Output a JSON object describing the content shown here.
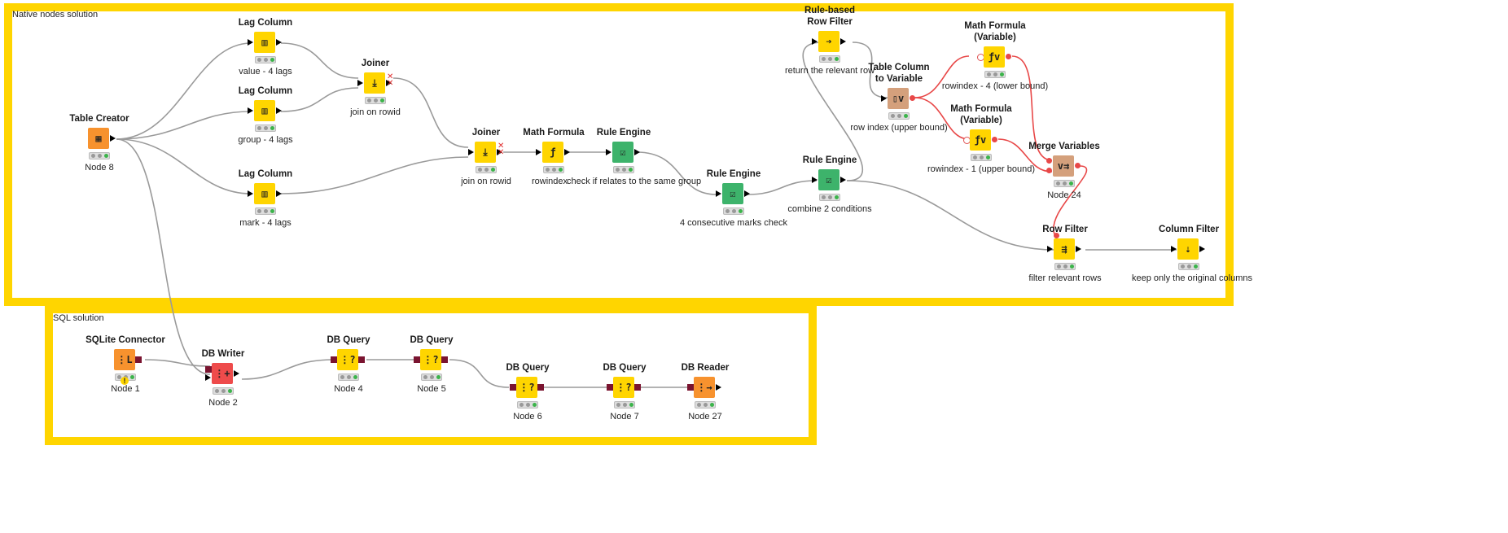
{
  "annotations": {
    "native_label": "Native nodes solution",
    "sql_label": "SQL solution"
  },
  "colors": {
    "annotation_border": "#FFD500",
    "data_wire": "#9a9a9a",
    "variable_wire": "#e84848",
    "db_port": "#7a1430",
    "status_green": "#3cb44b"
  },
  "nodes": {
    "table_creator": {
      "title": "Table Creator",
      "label": "Node 8",
      "icon": "table-icon"
    },
    "lag1": {
      "title": "Lag Column",
      "label": "value - 4 lags",
      "icon": "lag-column-icon"
    },
    "lag2": {
      "title": "Lag Column",
      "label": "group - 4 lags",
      "icon": "lag-column-icon"
    },
    "lag3": {
      "title": "Lag Column",
      "label": "mark - 4 lags",
      "icon": "lag-column-icon"
    },
    "joiner1": {
      "title": "Joiner",
      "label": "join on rowid",
      "icon": "joiner-icon"
    },
    "joiner2": {
      "title": "Joiner",
      "label": "join on rowid",
      "icon": "joiner-icon"
    },
    "math_formula": {
      "title": "Math Formula",
      "label": "rowindex",
      "icon": "math-formula-icon"
    },
    "rule_engine1": {
      "title": "Rule Engine",
      "label": "check if relates to the same group",
      "icon": "rule-engine-icon"
    },
    "rule_engine2": {
      "title": "Rule Engine",
      "label": "4 consecutive marks check",
      "icon": "rule-engine-icon"
    },
    "rule_engine3": {
      "title": "Rule Engine",
      "label": "combine 2 conditions",
      "icon": "rule-engine-icon"
    },
    "rule_row_filter": {
      "title1": "Rule-based",
      "title2": "Row Filter",
      "label": "return the relevant row",
      "icon": "rule-row-filter-icon"
    },
    "table_col_var": {
      "title1": "Table Column",
      "title2": "to Variable",
      "label": "row index (upper bound)",
      "icon": "table-to-variable-icon"
    },
    "math_var1": {
      "title1": "Math Formula",
      "title2": "(Variable)",
      "label": "rowindex - 4 (lower bound)",
      "icon": "math-variable-icon"
    },
    "math_var2": {
      "title1": "Math Formula",
      "title2": "(Variable)",
      "label": "rowindex - 1 (upper bound)",
      "icon": "math-variable-icon"
    },
    "merge_vars": {
      "title": "Merge Variables",
      "label": "Node 24",
      "icon": "merge-variables-icon"
    },
    "row_filter": {
      "title": "Row Filter",
      "label": "filter relevant rows",
      "icon": "row-filter-icon"
    },
    "column_filter": {
      "title": "Column Filter",
      "label": "keep only the original columns",
      "icon": "column-filter-icon"
    },
    "sqlite": {
      "title": "SQLite Connector",
      "label": "Node 1",
      "icon": "sqlite-icon",
      "warning": "!"
    },
    "db_writer": {
      "title": "DB Writer",
      "label": "Node 2",
      "icon": "db-writer-icon"
    },
    "db_query4": {
      "title": "DB Query",
      "label": "Node 4",
      "icon": "db-query-icon"
    },
    "db_query5": {
      "title": "DB Query",
      "label": "Node 5",
      "icon": "db-query-icon"
    },
    "db_query6": {
      "title": "DB Query",
      "label": "Node 6",
      "icon": "db-query-icon"
    },
    "db_query7": {
      "title": "DB Query",
      "label": "Node 7",
      "icon": "db-query-icon"
    },
    "db_reader": {
      "title": "DB Reader",
      "label": "Node 27",
      "icon": "db-reader-icon"
    }
  }
}
